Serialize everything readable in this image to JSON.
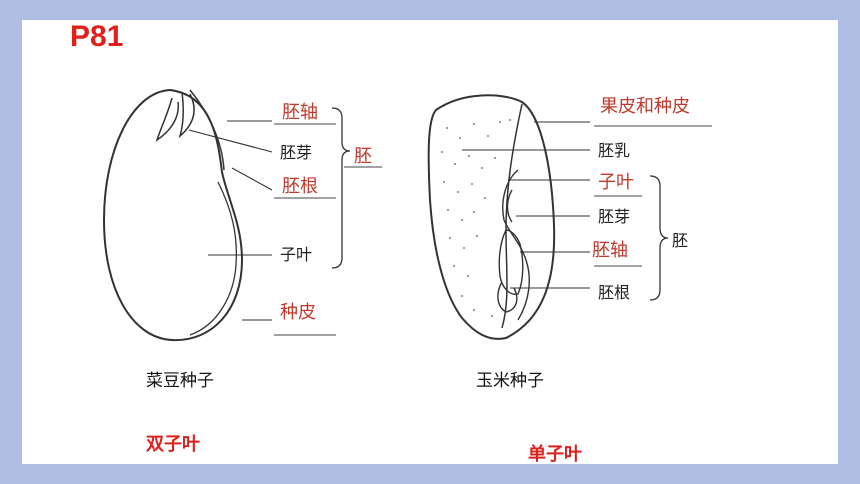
{
  "page_number": "P81",
  "colors": {
    "frame": "#aebfe3",
    "accent_red": "#e0201b",
    "label_red": "#c0392b",
    "line": "#333333"
  },
  "bean": {
    "caption": "菜豆种子",
    "labels": {
      "hypocotyl": "胚轴",
      "plumule": "胚芽",
      "radicle": "胚根",
      "cotyledon": "子叶",
      "seed_coat": "种皮",
      "embryo": "胚"
    }
  },
  "corn": {
    "caption": "玉米种子",
    "labels": {
      "pericarp_seed_coat": "果皮和种皮",
      "endosperm": "胚乳",
      "cotyledon": "子叶",
      "plumule": "胚芽",
      "hypocotyl": "胚轴",
      "radicle": "胚根",
      "embryo": "胚"
    }
  },
  "dicot_label": "双子叶",
  "monocot_label": "单子叶"
}
